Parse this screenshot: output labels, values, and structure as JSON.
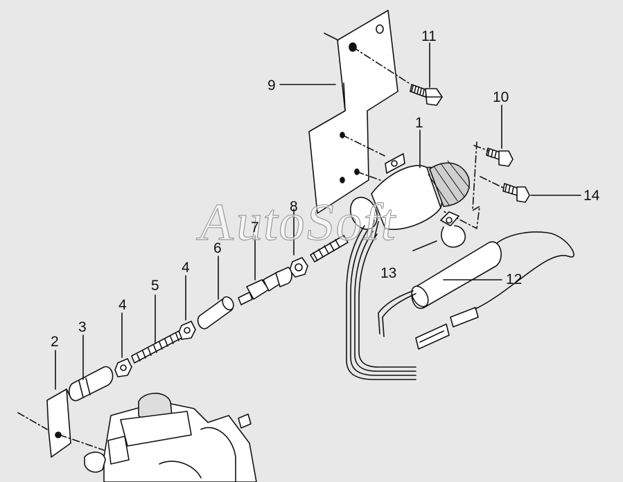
{
  "watermark": "AutoSoft",
  "callouts": {
    "c1": "1",
    "c2": "2",
    "c3": "3",
    "c4a": "4",
    "c4b": "4",
    "c5": "5",
    "c6": "6",
    "c7": "7",
    "c8": "8",
    "c9": "9",
    "c10": "10",
    "c11": "11",
    "c12": "12",
    "c13": "13",
    "c14": "14"
  },
  "colors": {
    "background": "#e8e8e8",
    "line": "#111111",
    "part_fill": "#ffffff",
    "part_shade": "#d0d0d0"
  }
}
